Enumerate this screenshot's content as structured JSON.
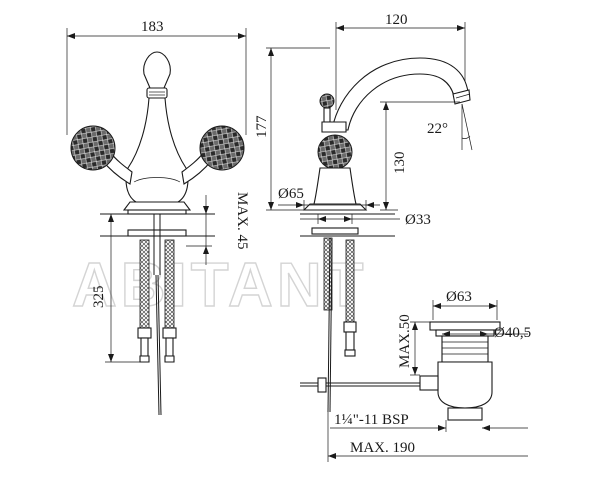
{
  "watermark": "ABITANT",
  "front_view": {
    "width_label": "183",
    "height_label": "325",
    "deck_max_label": "MAX. 45"
  },
  "side_view": {
    "reach_label": "120",
    "height_label": "177",
    "spout_height_label": "130",
    "angle_label": "22°",
    "base_diameter_label": "Ø65",
    "shank_diameter_label": "Ø33"
  },
  "waste": {
    "flange_diameter_label": "Ø63",
    "body_diameter_label": "Ø40,5",
    "max_depth_label": "MAX.50",
    "thread_label": "1¼\"-11 BSP",
    "max_length_label": "MAX. 190"
  }
}
